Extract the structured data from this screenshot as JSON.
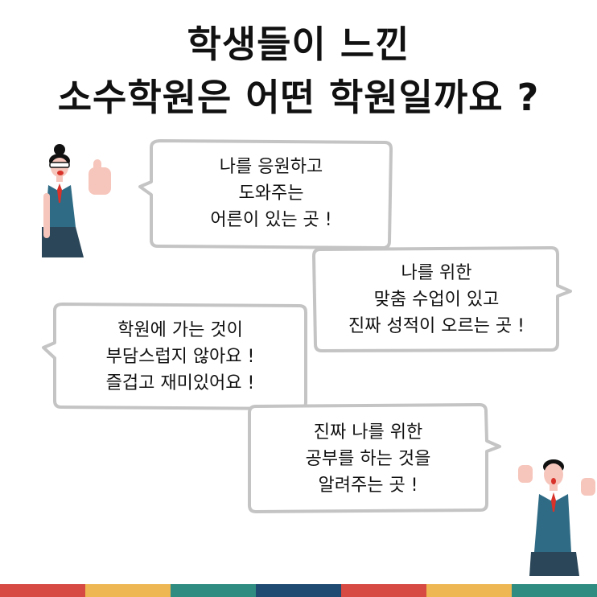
{
  "title": {
    "line1": "학생들이 느낀",
    "line2": "소수학원은 어떤 학원일까요 ?"
  },
  "bubbles": [
    {
      "lines": [
        "나를 응원하고",
        "도와주는",
        "어른이 있는 곳 !"
      ]
    },
    {
      "lines": [
        "나를 위한",
        "맞춤 수업이 있고",
        "진짜 성적이 오르는 곳 !"
      ]
    },
    {
      "lines": [
        "학원에 가는 것이",
        "부담스럽지 않아요 !",
        "즐겁고 재미있어요 !"
      ]
    },
    {
      "lines": [
        "진짜 나를 위한",
        "공부를 하는 것을",
        "알려주는 곳 !"
      ]
    }
  ],
  "colors": {
    "bubble_border": "#c4c4c4",
    "vest": "#2f6b85",
    "skirt": "#2a4658",
    "skin": "#f6c6bc",
    "tie": "#d8322a",
    "stripe": [
      "#d64a43",
      "#eeb753",
      "#2f8c80",
      "#1f4a72",
      "#d64a43",
      "#eeb753",
      "#2f8c80"
    ]
  }
}
